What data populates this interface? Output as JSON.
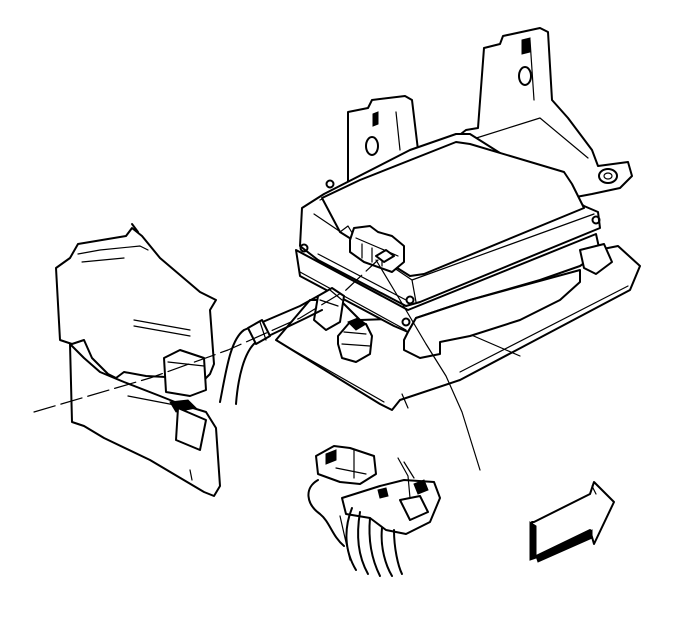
{
  "figure": {
    "background": "#ffffff",
    "ink": "#000000",
    "parts": [
      {
        "name": "mounting-bracket-tab-left"
      },
      {
        "name": "mounting-bracket-tab-right"
      },
      {
        "name": "mounting-base-plate"
      },
      {
        "name": "control-module-housing"
      },
      {
        "name": "module-connector"
      },
      {
        "name": "mounting-stud"
      },
      {
        "name": "wiring-harness"
      },
      {
        "name": "trim-cover-panel"
      },
      {
        "name": "harness-connector-detail"
      },
      {
        "name": "forward-direction-arrow-icon"
      }
    ]
  }
}
